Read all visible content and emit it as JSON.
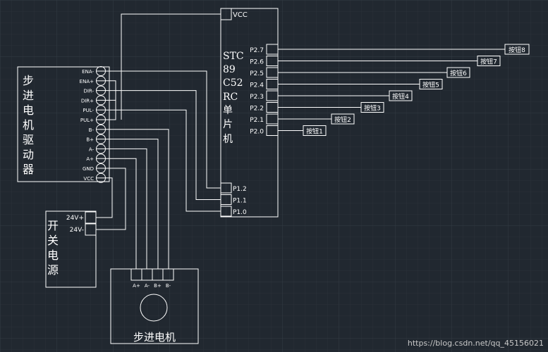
{
  "driver": {
    "title_chars": [
      "步",
      "进",
      "电",
      "机",
      "驱",
      "动",
      "器"
    ],
    "pins": [
      "ENA-",
      "ENA+",
      "DIR-",
      "DIR+",
      "PUL-",
      "PUL+",
      "B-",
      "B+",
      "A-",
      "A+",
      "GND",
      "VCC"
    ]
  },
  "mcu": {
    "vcc_label": "VCC",
    "title_chars": [
      "STC",
      "89",
      "C52",
      "RC",
      "单",
      "片",
      "机"
    ],
    "p2_pins": [
      "P2.7",
      "P2.6",
      "P2.5",
      "P2.4",
      "P2.3",
      "P2.2",
      "P2.1",
      "P2.0"
    ],
    "p1_pins": [
      "P1.2",
      "P1.1",
      "P1.0"
    ]
  },
  "buttons": [
    "按钮8",
    "按钮7",
    "按钮6",
    "按钮5",
    "按钮4",
    "按钮3",
    "按钮2",
    "按钮1"
  ],
  "power": {
    "title_chars": [
      "开",
      "关",
      "电",
      "源"
    ],
    "pins": [
      "24V+",
      "24V-"
    ]
  },
  "motor": {
    "title": "步进电机",
    "pins": [
      "A+",
      "A-",
      "B+",
      "B-"
    ]
  },
  "watermark": "https://blog.csdn.net/qq_45156021"
}
